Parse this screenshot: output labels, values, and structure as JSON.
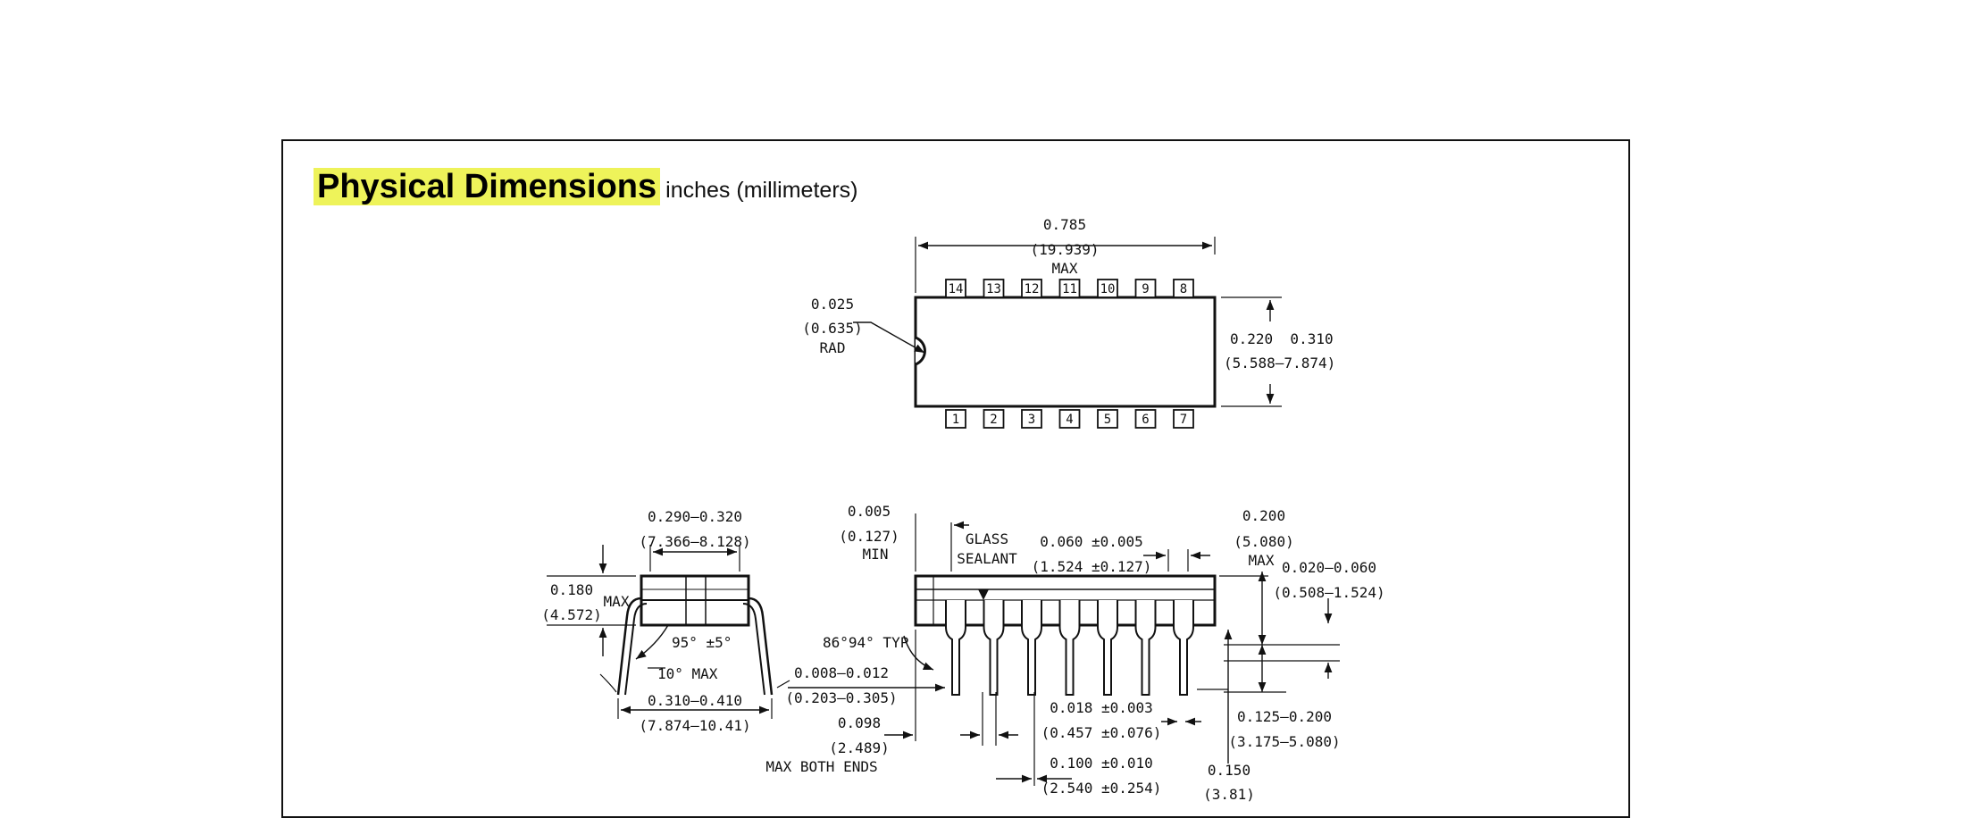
{
  "title": "Physical Dimensions",
  "units": "inches (millimeters)",
  "top_view": {
    "length_in": "0.785",
    "length_mm": "(19.939)",
    "length_max": "MAX",
    "notch_in": "0.025",
    "notch_mm": "(0.635)",
    "notch_rad": "RAD",
    "width_in": "0.220  0.310",
    "width_mm": "(5.588–7.874)",
    "pins_top": [
      "14",
      "13",
      "12",
      "11",
      "10",
      "9",
      "8"
    ],
    "pins_bottom": [
      "1",
      "2",
      "3",
      "4",
      "5",
      "6",
      "7"
    ]
  },
  "end_view": {
    "row_in": "0.290–0.320",
    "row_mm": "(7.366–8.128)",
    "height_in": "0.180",
    "height_mm": "(4.572)",
    "height_max": "MAX",
    "angle_1": "95° ±5°",
    "angle_2": "10° MAX",
    "spread_in": "0.310–0.410",
    "spread_mm": "(7.874–10.41)"
  },
  "side_view": {
    "gap_in": "0.005",
    "gap_mm": "(0.127)",
    "gap_min": "MIN",
    "glass": "GLASS",
    "sealant": "SEALANT",
    "shoulder_in": "0.060 ±0.005",
    "shoulder_mm": "(1.524 ±0.127)",
    "body_h_in": "0.200",
    "body_h_mm": "(5.080)",
    "body_h_max": "MAX",
    "seat_in": "0.020–0.060",
    "seat_mm": "(0.508–1.524)",
    "lead_angle": "86°94° TYP",
    "lead_thk_in": "0.008–0.012",
    "lead_thk_mm": "(0.203–0.305)",
    "end_in": "0.098",
    "end_mm": "(2.489)",
    "end_note": "MAX BOTH ENDS",
    "lead_w_in": "0.018 ±0.003",
    "lead_w_mm": "(0.457 ±0.076)",
    "lead_len_in": "0.125–0.200",
    "lead_len_mm": "(3.175–5.080)",
    "pitch_in": "0.100 ±0.010",
    "pitch_mm": "(2.540 ±0.254)",
    "min_len_in": "0.150",
    "min_len_mm": "(3.81)"
  }
}
